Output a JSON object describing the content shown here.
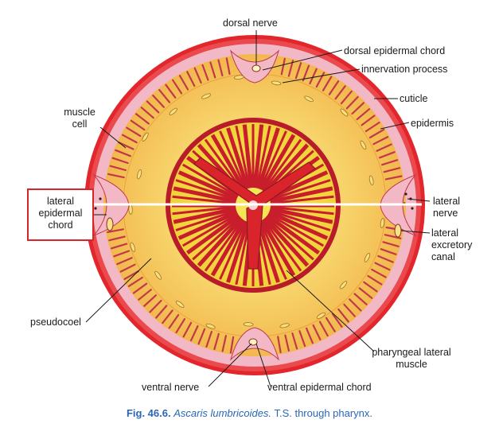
{
  "labels": {
    "dorsal_nerve": "dorsal nerve",
    "dorsal_epidermal_chord": "dorsal epidermal chord",
    "innervation_process": "innervation process",
    "cuticle": "cuticle",
    "epidermis": "epidermis",
    "muscle_cell_line1": "muscle",
    "muscle_cell_line2": "cell",
    "lateral_epidermal_chord_line1": "lateral",
    "lateral_epidermal_chord_line2": "epidermal",
    "lateral_epidermal_chord_line3": "chord",
    "lateral_nerve_line1": "lateral",
    "lateral_nerve_line2": "nerve",
    "lateral_excretory_canal_line1": "lateral",
    "lateral_excretory_canal_line2": "excretory",
    "lateral_excretory_canal_line3": "canal",
    "pseudocoel": "pseudocoel",
    "pharyngeal_lateral_muscle_line1": "pharyngeal lateral",
    "pharyngeal_lateral_muscle_line2": "muscle",
    "ventral_nerve": "ventral nerve",
    "ventral_epidermal_chord": "ventral epidermal chord"
  },
  "caption": {
    "figure_number": "Fig. 46.6.",
    "species": "Ascaris lumbricoides.",
    "description": "T.S. through pharynx."
  },
  "colors": {
    "cuticle": "#e2262b",
    "epidermis": "#f2b8c6",
    "muscle_layer": "#f5c957",
    "pseudocoel": "#f7d873",
    "pharynx_red": "#c81e2c",
    "pharynx_yellow": "#f7e43a",
    "highlight": "#d7262b",
    "caption": "#2a67b6"
  }
}
